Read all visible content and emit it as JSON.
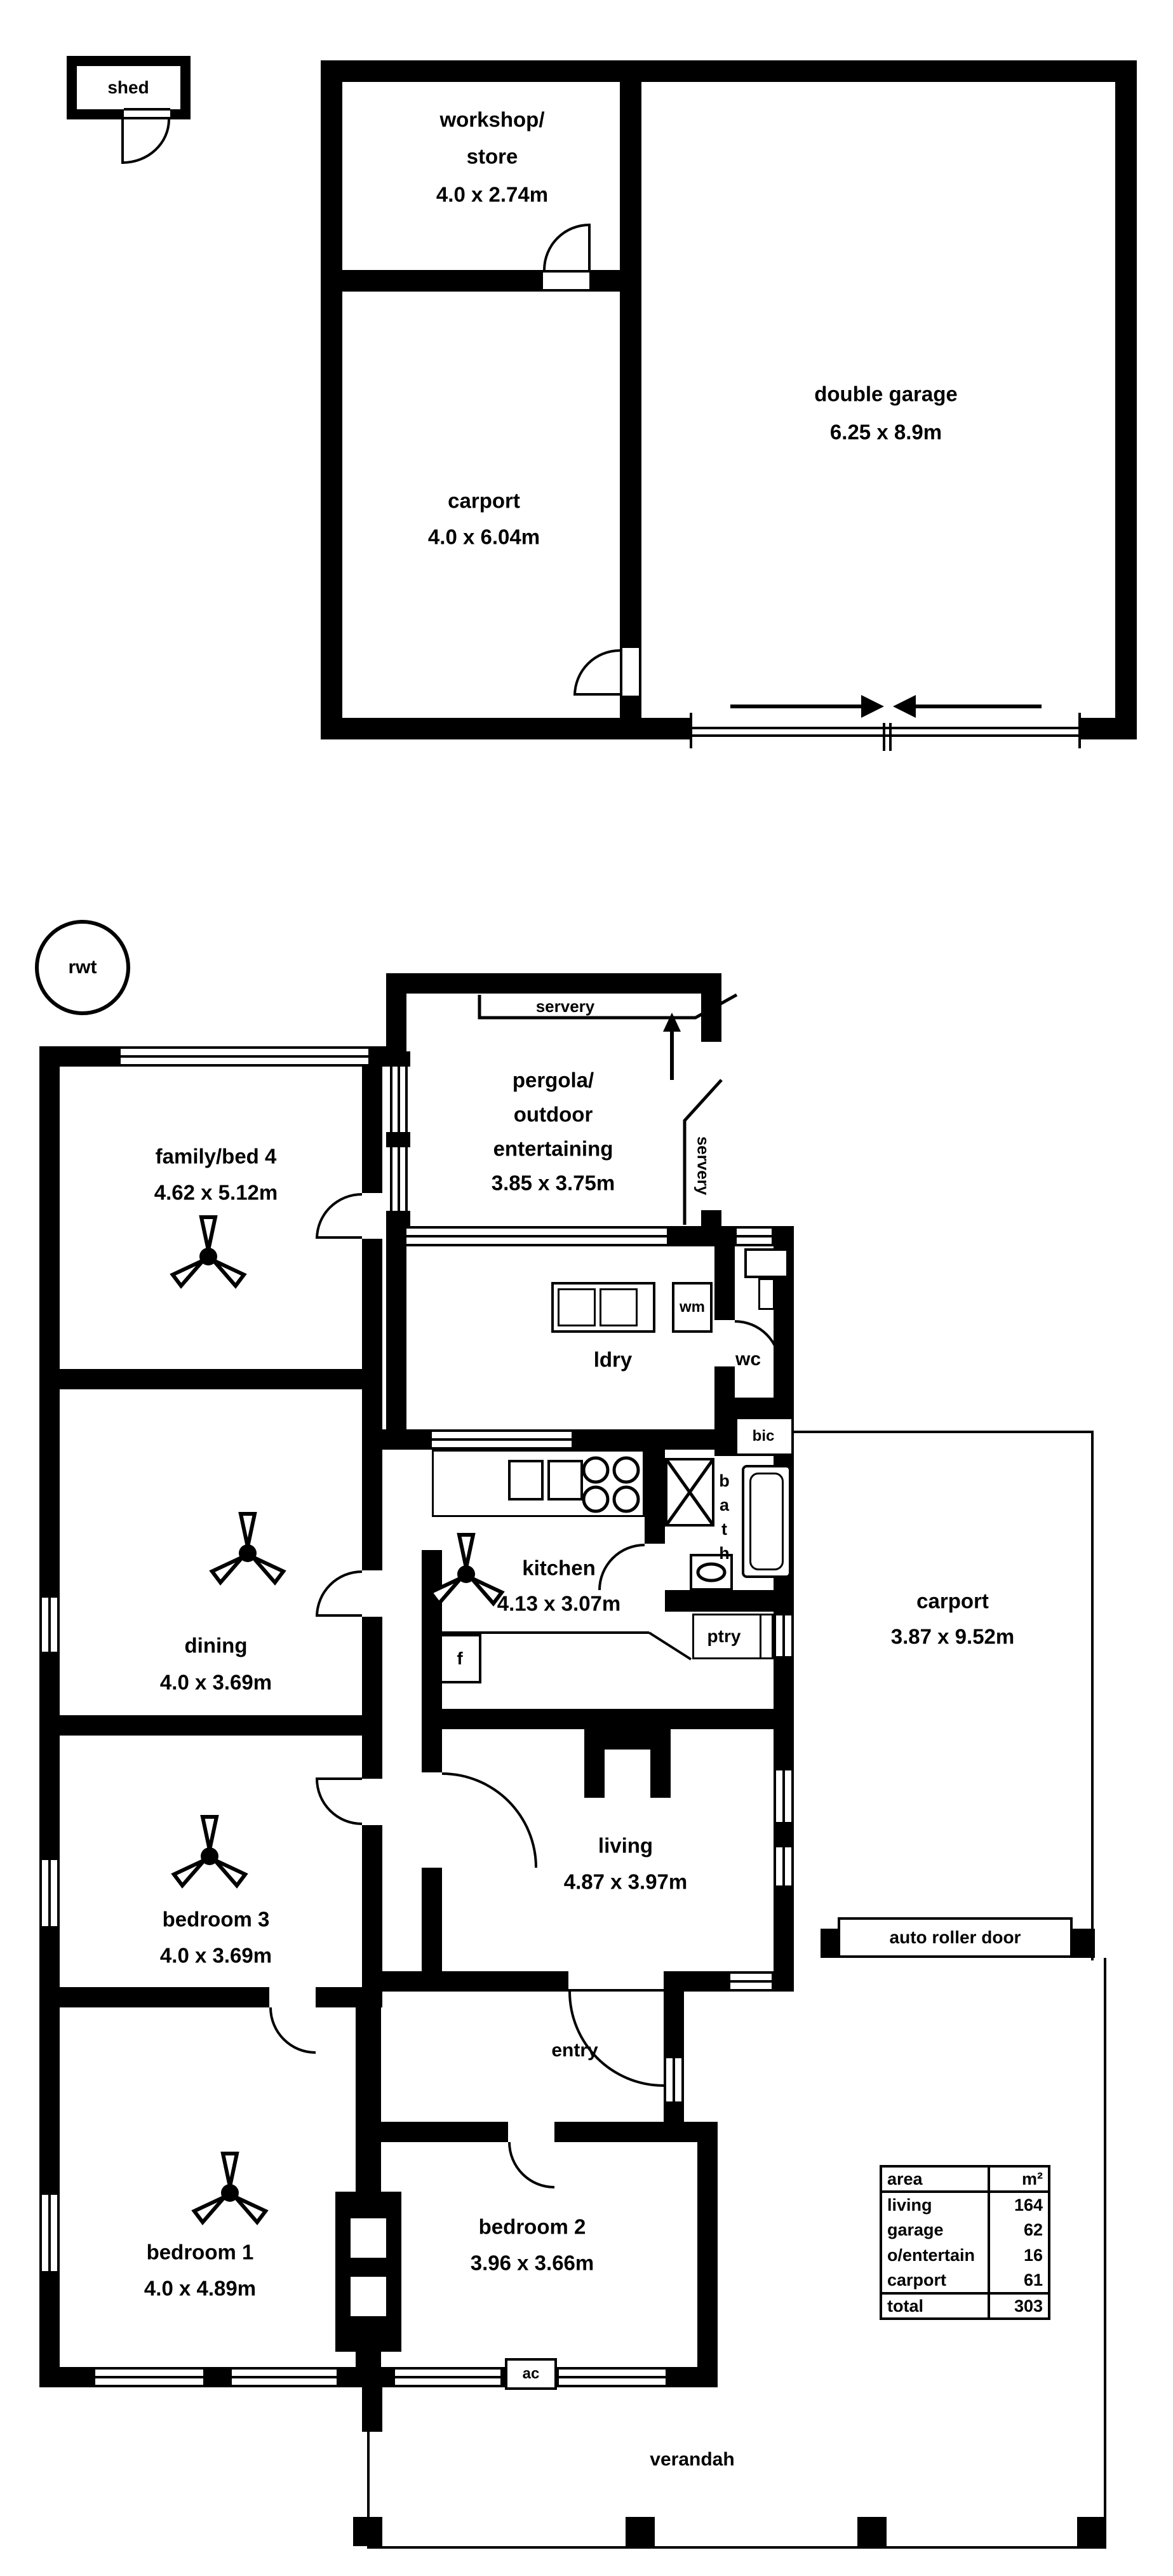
{
  "plan": {
    "outbuilding": {
      "shed": {
        "label": "shed"
      },
      "workshop": {
        "line1": "workshop/",
        "line2": "store",
        "dims": "4.0 x 2.74m"
      },
      "garage": {
        "name": "double garage",
        "dims": "6.25 x 8.9m"
      },
      "carport": {
        "name": "carport",
        "dims": "4.0 x 6.04m"
      }
    },
    "house": {
      "rwt": "rwt",
      "pergola": {
        "line1": "pergola/",
        "line2": "outdoor",
        "line3": "entertaining",
        "dims": "3.85 x 3.75m"
      },
      "servery_top": "servery",
      "servery_right": "servery",
      "family": {
        "name": "family/bed 4",
        "dims": "4.62 x 5.12m"
      },
      "laundry": "ldry",
      "wm": "wm",
      "wc": "wc",
      "bic": "bic",
      "bath": "bath",
      "kitchen": {
        "name": "kitchen",
        "dims": "4.13 x 3.07m"
      },
      "pantry": "ptry",
      "fridge": "f",
      "dining": {
        "name": "dining",
        "dims": "4.0 x 3.69m"
      },
      "carport": {
        "name": "carport",
        "dims": "3.87 x 9.52m"
      },
      "living": {
        "name": "living",
        "dims": "4.87 x 3.97m"
      },
      "roller_door": "auto roller door",
      "bedroom3": {
        "name": "bedroom 3",
        "dims": "4.0 x 3.69m"
      },
      "entry": "entry",
      "bedroom1": {
        "name": "bedroom 1",
        "dims": "4.0 x 4.89m"
      },
      "bedroom2": {
        "name": "bedroom 2",
        "dims": "3.96 x 3.66m"
      },
      "ac": "ac",
      "verandah": "verandah"
    },
    "area_table": {
      "header": [
        "area",
        "m²"
      ],
      "rows": [
        [
          "living",
          "164"
        ],
        [
          "garage",
          "62"
        ],
        [
          "o/entertain",
          "16"
        ],
        [
          "carport",
          "61"
        ]
      ],
      "total": [
        "total",
        "303"
      ]
    },
    "colors": {
      "line": "#000000",
      "bg": "#ffffff"
    }
  }
}
